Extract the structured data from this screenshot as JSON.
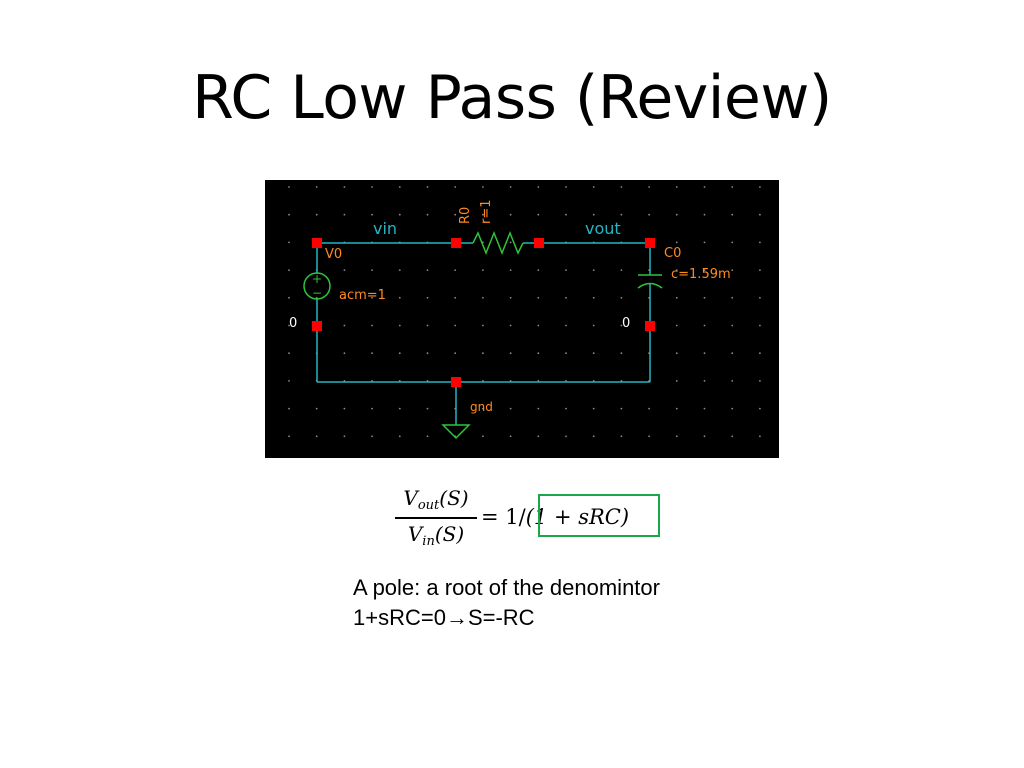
{
  "slide": {
    "title": "RC Low Pass (Review)"
  },
  "schematic": {
    "background_color": "#000000",
    "wire_color": "#23b5c4",
    "pin_color": "#ff0000",
    "label_color": "#ff8a1e",
    "component_color": "#2fc43a",
    "net_label_color": "#23b5c4",
    "grid_dot_color": "#8a8a8a",
    "resistor": {
      "name": "R0",
      "value": "r=1"
    },
    "capacitor": {
      "name": "C0",
      "value": "c=1.59m"
    },
    "source": {
      "name": "V0",
      "value": "acm=1",
      "plus_symbol": "+",
      "minus_symbol": "−"
    },
    "nets": {
      "input": "vin",
      "output": "vout",
      "ground_label": "gnd",
      "source_ground_pin": "0",
      "cap_ground_pin": "0"
    }
  },
  "equation": {
    "numerator_var": "V",
    "numerator_sub": "out",
    "numerator_arg": "(S)",
    "denominator_var": "V",
    "denominator_sub": "in",
    "denominator_arg": "(S)",
    "rhs_prefix": "= 1/",
    "rhs_highlighted": "(1 + sRC)",
    "highlight_color": "#1aa64a"
  },
  "caption": {
    "line1": "A pole: a root of the denomintor",
    "line2": "1+sRC=0→S=-RC"
  }
}
